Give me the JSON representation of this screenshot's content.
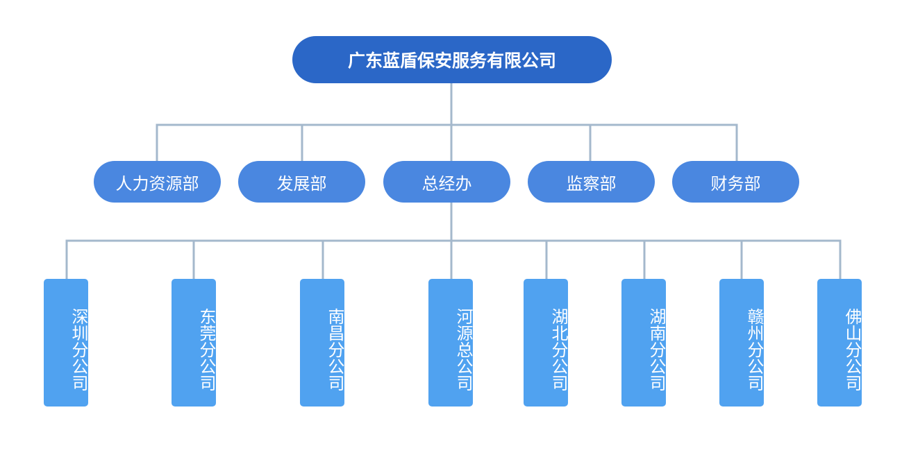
{
  "root": {
    "label": "广东蓝盾保安服务有限公司"
  },
  "departments": [
    {
      "label": "人力资源部"
    },
    {
      "label": "发展部"
    },
    {
      "label": "总经办"
    },
    {
      "label": "监察部"
    },
    {
      "label": "财务部"
    }
  ],
  "branches": [
    {
      "label": "深圳分公司"
    },
    {
      "label": "东莞分公司"
    },
    {
      "label": "南昌分公司"
    },
    {
      "label": "河源总公司"
    },
    {
      "label": "湖北分公司"
    },
    {
      "label": "湖南分公司"
    },
    {
      "label": "赣州分公司"
    },
    {
      "label": "佛山分公司"
    }
  ],
  "colors": {
    "root": "#2b67c7",
    "department": "#4a87e0",
    "branch": "#50a2f0",
    "connector": "#a4b8cc"
  }
}
